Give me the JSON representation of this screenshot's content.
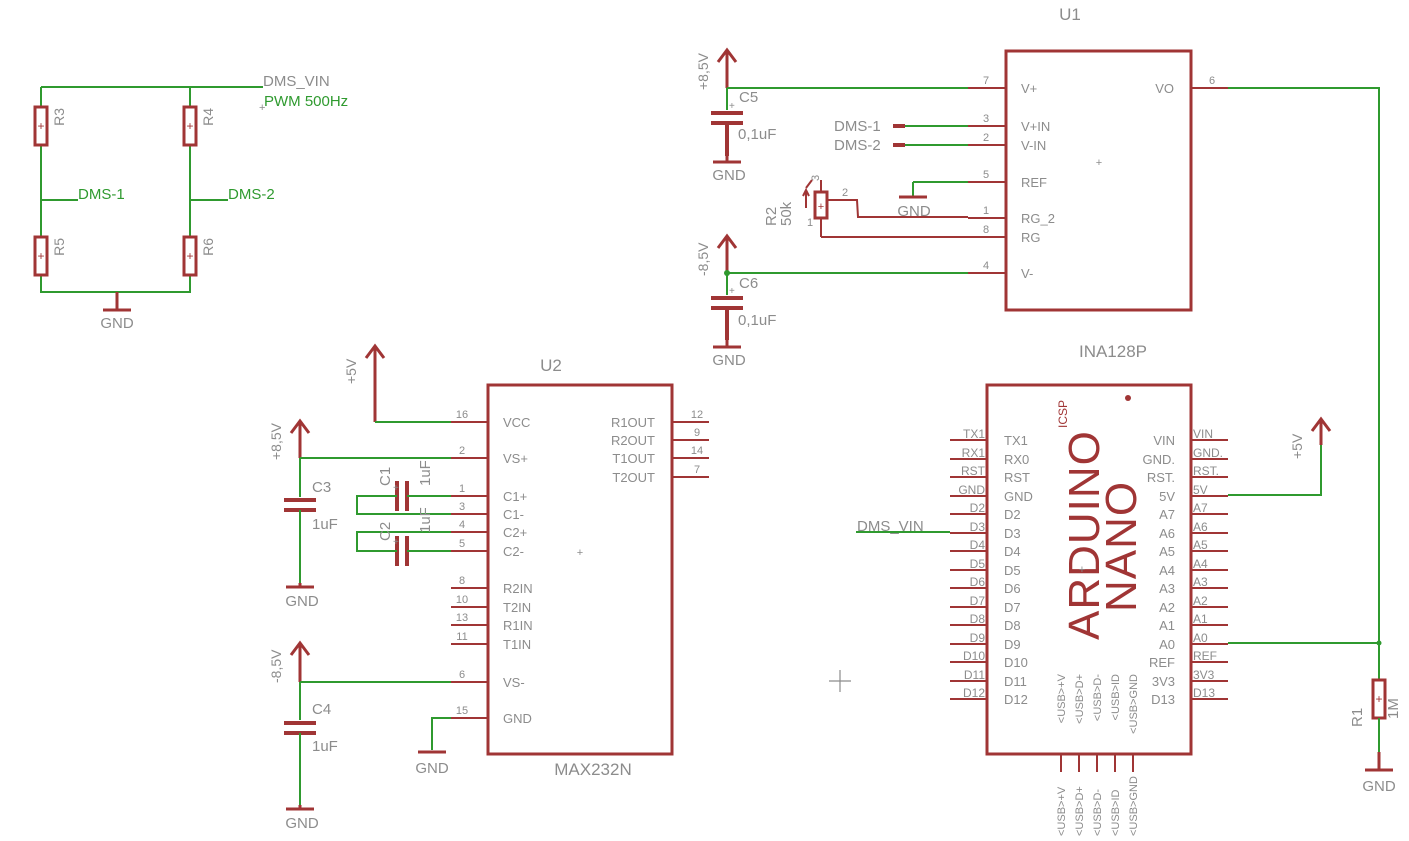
{
  "components": {
    "U1": {
      "ref": "U1",
      "value": "INA128P",
      "left_pins": [
        {
          "num": "7",
          "name": "V+"
        },
        {
          "num": "3",
          "name": "V+IN"
        },
        {
          "num": "2",
          "name": "V-IN"
        },
        {
          "num": "5",
          "name": "REF"
        },
        {
          "num": "1",
          "name": "RG_2"
        },
        {
          "num": "8",
          "name": "RG"
        },
        {
          "num": "4",
          "name": "V-"
        }
      ],
      "right_pins": [
        {
          "num": "6",
          "name": "VO"
        }
      ]
    },
    "U2": {
      "ref": "U2",
      "value": "MAX232N",
      "left_pins": [
        {
          "num": "16",
          "name": "VCC"
        },
        {
          "num": "2",
          "name": "VS+"
        },
        {
          "num": "1",
          "name": "C1+"
        },
        {
          "num": "3",
          "name": "C1-"
        },
        {
          "num": "4",
          "name": "C2+"
        },
        {
          "num": "5",
          "name": "C2-"
        },
        {
          "num": "8",
          "name": "R2IN"
        },
        {
          "num": "10",
          "name": "T2IN"
        },
        {
          "num": "13",
          "name": "R1IN"
        },
        {
          "num": "11",
          "name": "T1IN"
        },
        {
          "num": "6",
          "name": "VS-"
        },
        {
          "num": "15",
          "name": "GND"
        }
      ],
      "right_pins": [
        {
          "num": "12",
          "name": "R1OUT"
        },
        {
          "num": "9",
          "name": "R2OUT"
        },
        {
          "num": "14",
          "name": "T1OUT"
        },
        {
          "num": "7",
          "name": "T2OUT"
        }
      ]
    },
    "NANO": {
      "logo_line1": "ARDUINO",
      "logo_line2": "NANO",
      "icsp": "ICSP",
      "left_pins": [
        {
          "ext": "TX1",
          "name": "TX1"
        },
        {
          "ext": "RX1",
          "name": "RX0"
        },
        {
          "ext": "RST",
          "name": "RST"
        },
        {
          "ext": "GND",
          "name": "GND"
        },
        {
          "ext": "D2",
          "name": "D2"
        },
        {
          "ext": "D3",
          "name": "D3"
        },
        {
          "ext": "D4",
          "name": "D4"
        },
        {
          "ext": "D5",
          "name": "D5"
        },
        {
          "ext": "D6",
          "name": "D6"
        },
        {
          "ext": "D7",
          "name": "D7"
        },
        {
          "ext": "D8",
          "name": "D8"
        },
        {
          "ext": "D9",
          "name": "D9"
        },
        {
          "ext": "D10",
          "name": "D10"
        },
        {
          "ext": "D11",
          "name": "D11"
        },
        {
          "ext": "D12",
          "name": "D12"
        }
      ],
      "right_pins": [
        {
          "ext": "VIN",
          "name": "VIN"
        },
        {
          "ext": "GND.",
          "name": "GND."
        },
        {
          "ext": "RST.",
          "name": "RST."
        },
        {
          "ext": "5V",
          "name": "5V"
        },
        {
          "ext": "A7",
          "name": "A7"
        },
        {
          "ext": "A6",
          "name": "A6"
        },
        {
          "ext": "A5",
          "name": "A5"
        },
        {
          "ext": "A4",
          "name": "A4"
        },
        {
          "ext": "A3",
          "name": "A3"
        },
        {
          "ext": "A2",
          "name": "A2"
        },
        {
          "ext": "A1",
          "name": "A1"
        },
        {
          "ext": "A0",
          "name": "A0"
        },
        {
          "ext": "REF",
          "name": "REF"
        },
        {
          "ext": "3V3",
          "name": "3V3"
        },
        {
          "ext": "D13",
          "name": "D13"
        }
      ],
      "usb_pins": [
        "<USB>+V",
        "<USB>D+",
        "<USB>D-",
        "<USB>ID",
        "<USB>GND"
      ]
    },
    "R1": {
      "ref": "R1",
      "value": "1M"
    },
    "R2": {
      "ref": "R2",
      "value": "50k",
      "pin1": "1",
      "pin2": "2",
      "pin3": "3"
    },
    "R3": {
      "ref": "R3"
    },
    "R4": {
      "ref": "R4"
    },
    "R5": {
      "ref": "R5"
    },
    "R6": {
      "ref": "R6"
    },
    "C1": {
      "ref": "C1",
      "value": "1uF"
    },
    "C2": {
      "ref": "C2",
      "value": "1uF"
    },
    "C3": {
      "ref": "C3",
      "value": "1uF"
    },
    "C4": {
      "ref": "C4",
      "value": "1uF"
    },
    "C5": {
      "ref": "C5",
      "value": "0,1uF"
    },
    "C6": {
      "ref": "C6",
      "value": "0,1uF"
    }
  },
  "nets": {
    "dms_vin": "DMS_VIN",
    "pwm": "PWM 500Hz",
    "dms1": "DMS-1",
    "dms2": "DMS-2",
    "gnd": "GND",
    "p85": "+8,5V",
    "n85": "-8,5V",
    "p5": "+5V"
  },
  "colors": {
    "symbol": "#a03535",
    "wire": "#2f9a2f",
    "text": "#8c8c8c",
    "background": "#ffffff"
  }
}
